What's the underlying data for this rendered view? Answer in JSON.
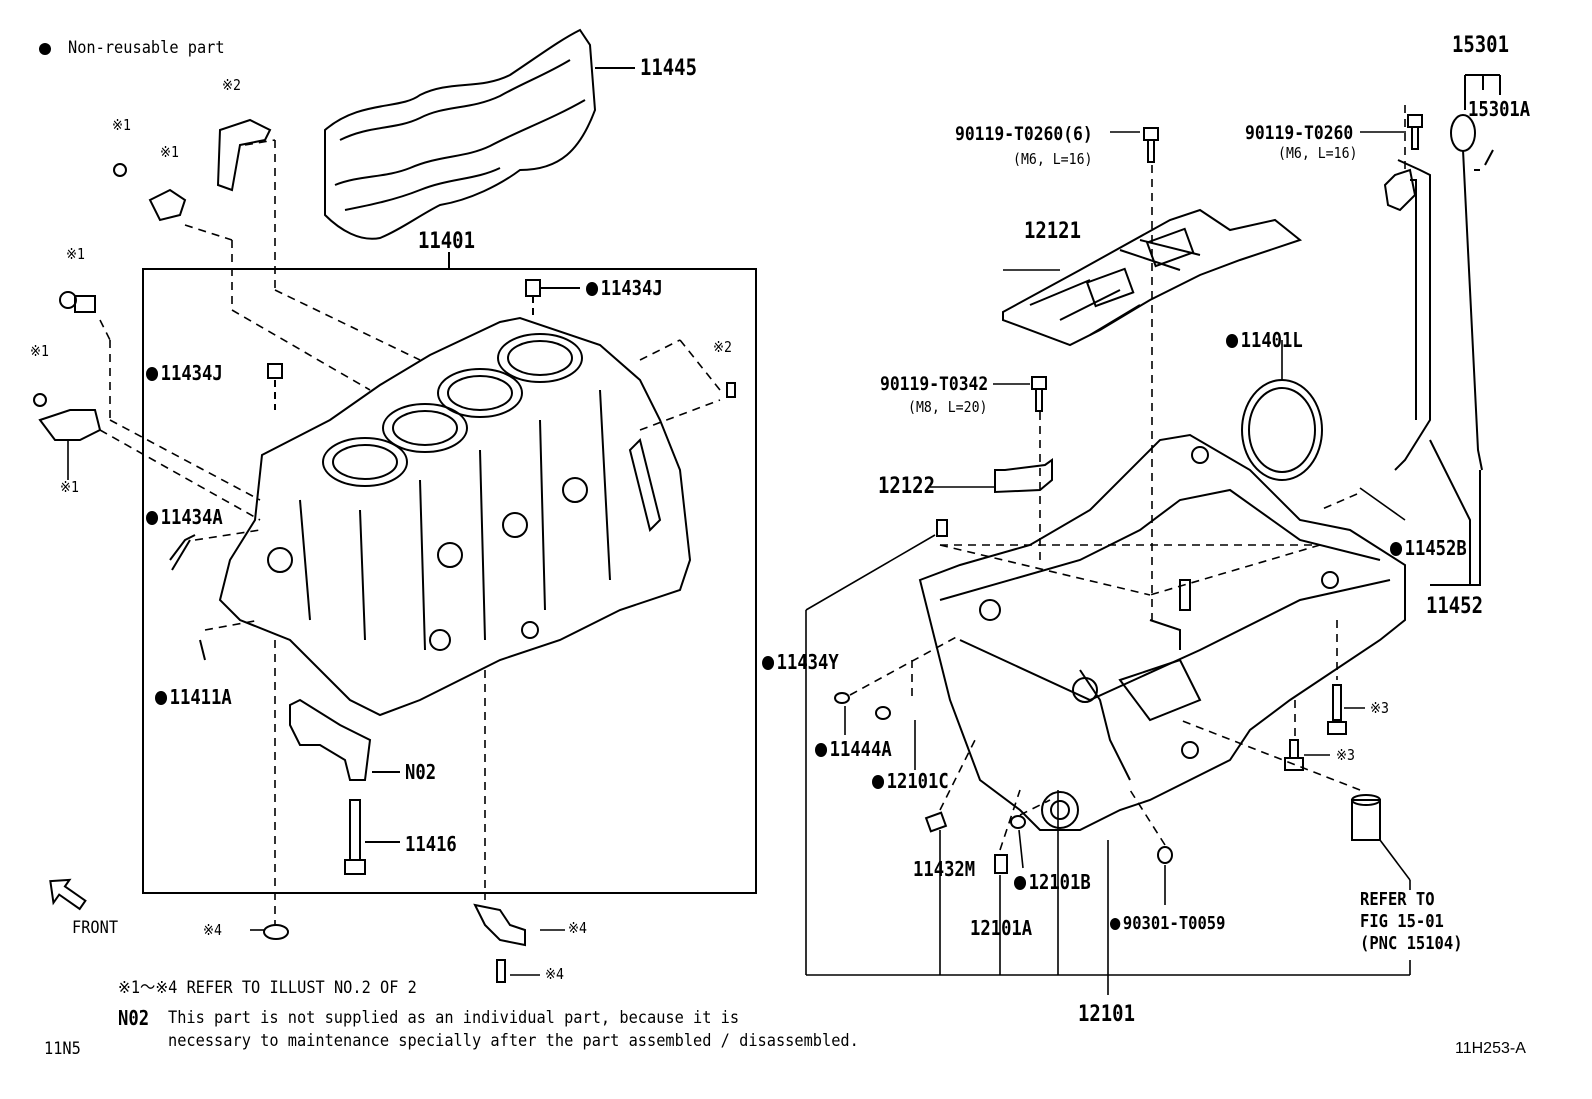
{
  "legend": {
    "nonreusable_symbol": "●",
    "nonreusable_text": "Non-reusable part"
  },
  "callouts": {
    "p11445": "11445",
    "p11401": "11401",
    "p11434J_top": "11434J",
    "p11434J_left": "11434J",
    "p11434A": "11434A",
    "p11411A": "11411A",
    "n02": "N02",
    "p11416": "11416",
    "p11434Y": "11434Y",
    "p12121": "12121",
    "p12122": "12122",
    "bolt_6": "90119-T0260(6)",
    "bolt_6_spec": "(M6, L=16)",
    "bolt_t0260": "90119-T0260",
    "bolt_t0260_spec": "(M6, L=16)",
    "bolt_t0342": "90119-T0342",
    "bolt_t0342_spec": "(M8, L=20)",
    "p11401L": "11401L",
    "p15301": "15301",
    "p15301A": "15301A",
    "p11452B": "11452B",
    "p11452": "11452",
    "p11444A": "11444A",
    "p12101C": "12101C",
    "p11432M": "11432M",
    "p12101B": "12101B",
    "p12101A": "12101A",
    "p90301": "90301-T0059",
    "p12101": "12101"
  },
  "refs": {
    "r1a": "※1",
    "r1b": "※1",
    "r1c": "※1",
    "r1d": "※1",
    "r1e": "※1",
    "r2a": "※2",
    "r2b": "※2",
    "r3a": "※3",
    "r3b": "※3",
    "r4a": "※4",
    "r4b": "※4",
    "r4c": "※4"
  },
  "refer_fig": {
    "line1": "REFER TO",
    "line2": "FIG 15-01",
    "line3": "(PNC 15104)"
  },
  "front_label": "FRONT",
  "notes": {
    "refer_illust": "※1～※4 REFER TO ILLUST NO.2 OF 2",
    "n02_code": "N02",
    "n02_line1": "This part is not supplied as an individual part, because it is",
    "n02_line2": "necessary to maintenance specially after the part assembled / disassembled."
  },
  "page_code_left": "11N5",
  "page_code_right": "11H253-A"
}
